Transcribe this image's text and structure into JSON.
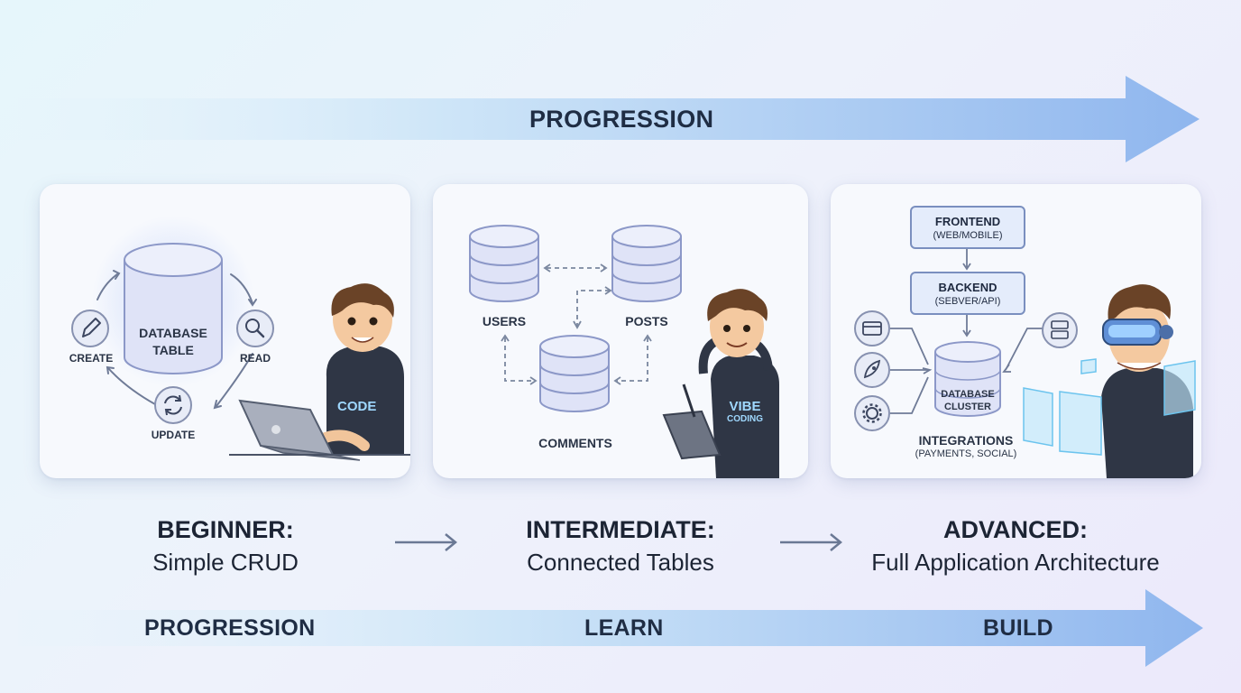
{
  "top_banner": {
    "label": "PROGRESSION"
  },
  "bottom_banner": {
    "left": "PROGRESSION",
    "middle": "LEARN",
    "right": "BUILD"
  },
  "beginner": {
    "title": "BEGINNER:",
    "subtitle": "Simple CRUD",
    "db_label_line1": "DATABASE",
    "db_label_line2": "TABLE",
    "create": "CREATE",
    "read": "READ",
    "update": "UPDATE",
    "shirt": "CODE",
    "icons": [
      "pencil-icon",
      "magnifier-icon",
      "refresh-icon",
      "laptop-icon"
    ]
  },
  "intermediate": {
    "title": "INTERMEDIATE:",
    "subtitle": "Connected Tables",
    "users": "USERS",
    "posts": "POSTS",
    "comments": "COMMENTS",
    "hoodie_line1": "VIBE",
    "hoodie_line2": "CODING"
  },
  "advanced": {
    "title": "ADVANCED:",
    "subtitle": "Full Application Architecture",
    "frontend": "FRONTEND",
    "frontend_sub": "(WEB/MOBILE)",
    "backend": "BACKEND",
    "backend_sub": "(SEBVER/API)",
    "db_line1": "DATABASE",
    "db_line2": "CLUSTER",
    "integrations": "INTEGRATIONS",
    "integrations_sub": "(PAYMENTS, SOCIAL)",
    "icons": [
      "card-icon",
      "rocket-icon",
      "gear-icon",
      "server-icon",
      "vr-headset-icon"
    ]
  },
  "colors": {
    "accent": "#8fb6ee",
    "text": "#1c2434",
    "card": "#f7f9fd",
    "db": "#dfe3f7"
  }
}
